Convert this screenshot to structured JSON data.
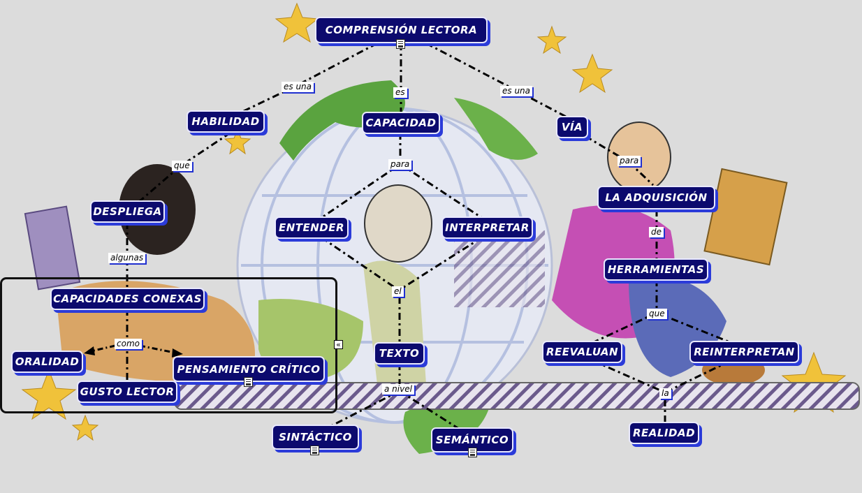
{
  "nodes": {
    "comprension": "COMPRENSIÓN LECTORA",
    "habilidad": "HABILIDAD",
    "capacidad": "CAPACIDAD",
    "via": "VÍA",
    "despliega": "DESPLIEGA",
    "entender": "ENTENDER",
    "interpretar": "INTERPRETAR",
    "adquisicion": "LA ADQUISICIÓN",
    "herramientas": "HERRAMIENTAS",
    "capacidades_conexas": "CAPACIDADES CONEXAS",
    "oralidad": "ORALIDAD",
    "pensamiento_critico": "PENSAMIENTO CRÍTICO",
    "gusto_lector": "GUSTO LECTOR",
    "texto": "TEXTO",
    "reevaluan": "REEVALUAN",
    "reinterpretan": "REINTERPRETAN",
    "sintactico": "SINTÁCTICO",
    "semantico": "SEMÁNTICO",
    "realidad": "REALIDAD"
  },
  "links": {
    "es_una_left": "es una",
    "es": "es",
    "es_una_right": "es una",
    "que_left": "que",
    "para_center": "para",
    "para_right": "para",
    "algunas": "algunas",
    "de": "de",
    "el": "el",
    "como": "como",
    "que_right": "que",
    "a_nivel": "a nivel",
    "la": "la"
  },
  "collapse_glyph": "«",
  "colors": {
    "node_fill": "#0c0a6e",
    "node_shadow": "#2b3bd9",
    "background": "#dcdcdc"
  }
}
